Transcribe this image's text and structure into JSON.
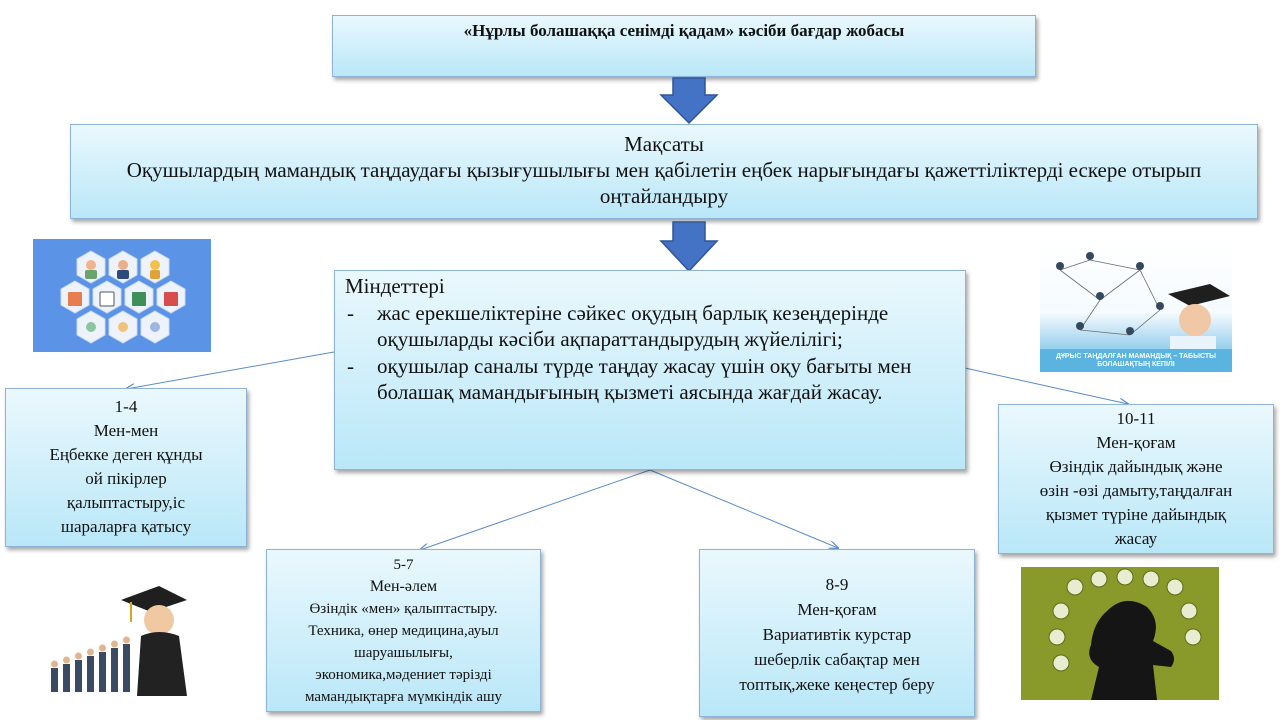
{
  "title": "«Нұрлы болашаққа сенімді қадам» кәсіби бағдар жобасы",
  "goal": {
    "heading": "Мақсаты",
    "text": "Оқушылардың мамандық таңдаудағы қызығушылығы мен қабілетін еңбек нарығындағы қажеттіліктерді ескере отырып оңтайландыру"
  },
  "tasks": {
    "heading": "Міндеттері",
    "items": [
      "жас ерекшеліктеріне сәйкес оқудың барлық кезеңдерінде оқушыларды кәсіби ақпараттандырудың жүйелілігі;",
      "оқушылар саналы түрде таңдау жасау үшін оқу бағыты мен болашақ мамандығының қызметі аясында жағдай жасау."
    ]
  },
  "stages": [
    {
      "grades": "1-4",
      "theme": "Мен-мен",
      "lines": [
        "Еңбекке деген құнды",
        "ой пікірлер",
        "қалыптастыру,іс",
        "шараларға қатысу"
      ]
    },
    {
      "grades": "5-7",
      "theme": "Мен-әлем",
      "lines": [
        "Өзіндік «мен» қалыптастыру.",
        "Техника, өнер медицина,ауыл",
        "шаруашылығы,",
        "экономика,мәдениет тәрізді",
        "мамандықтарға мүмкіндік ашу"
      ]
    },
    {
      "grades": "8-9",
      "theme": "Мен-қоғам",
      "lines": [
        "Вариативтік курстар",
        "шеберлік сабақтар мен",
        "топтық,жеке кеңестер беру"
      ]
    },
    {
      "grades": "10-11",
      "theme": "Мен-қоғам",
      "lines": [
        "Өзіндік дайындық және",
        "өзін -өзі дамыту,таңдалған",
        "қызмет түріне дайындық",
        "жасау"
      ]
    }
  ],
  "images": {
    "top_right_caption": "ДҰРЫС ТАҢДАЛҒАН МАМАНДЫҚ – ТАБЫСТЫ БОЛАШАҚТЫҢ КЕПІЛІ"
  },
  "colors": {
    "box_top": "#eaf8fd",
    "box_bottom": "#b9e7f8",
    "arrow_fill": "#4472c4",
    "arrow_stroke": "#2f5597",
    "connector": "#5b8cc6",
    "tile_bg": "#5b93e6"
  }
}
